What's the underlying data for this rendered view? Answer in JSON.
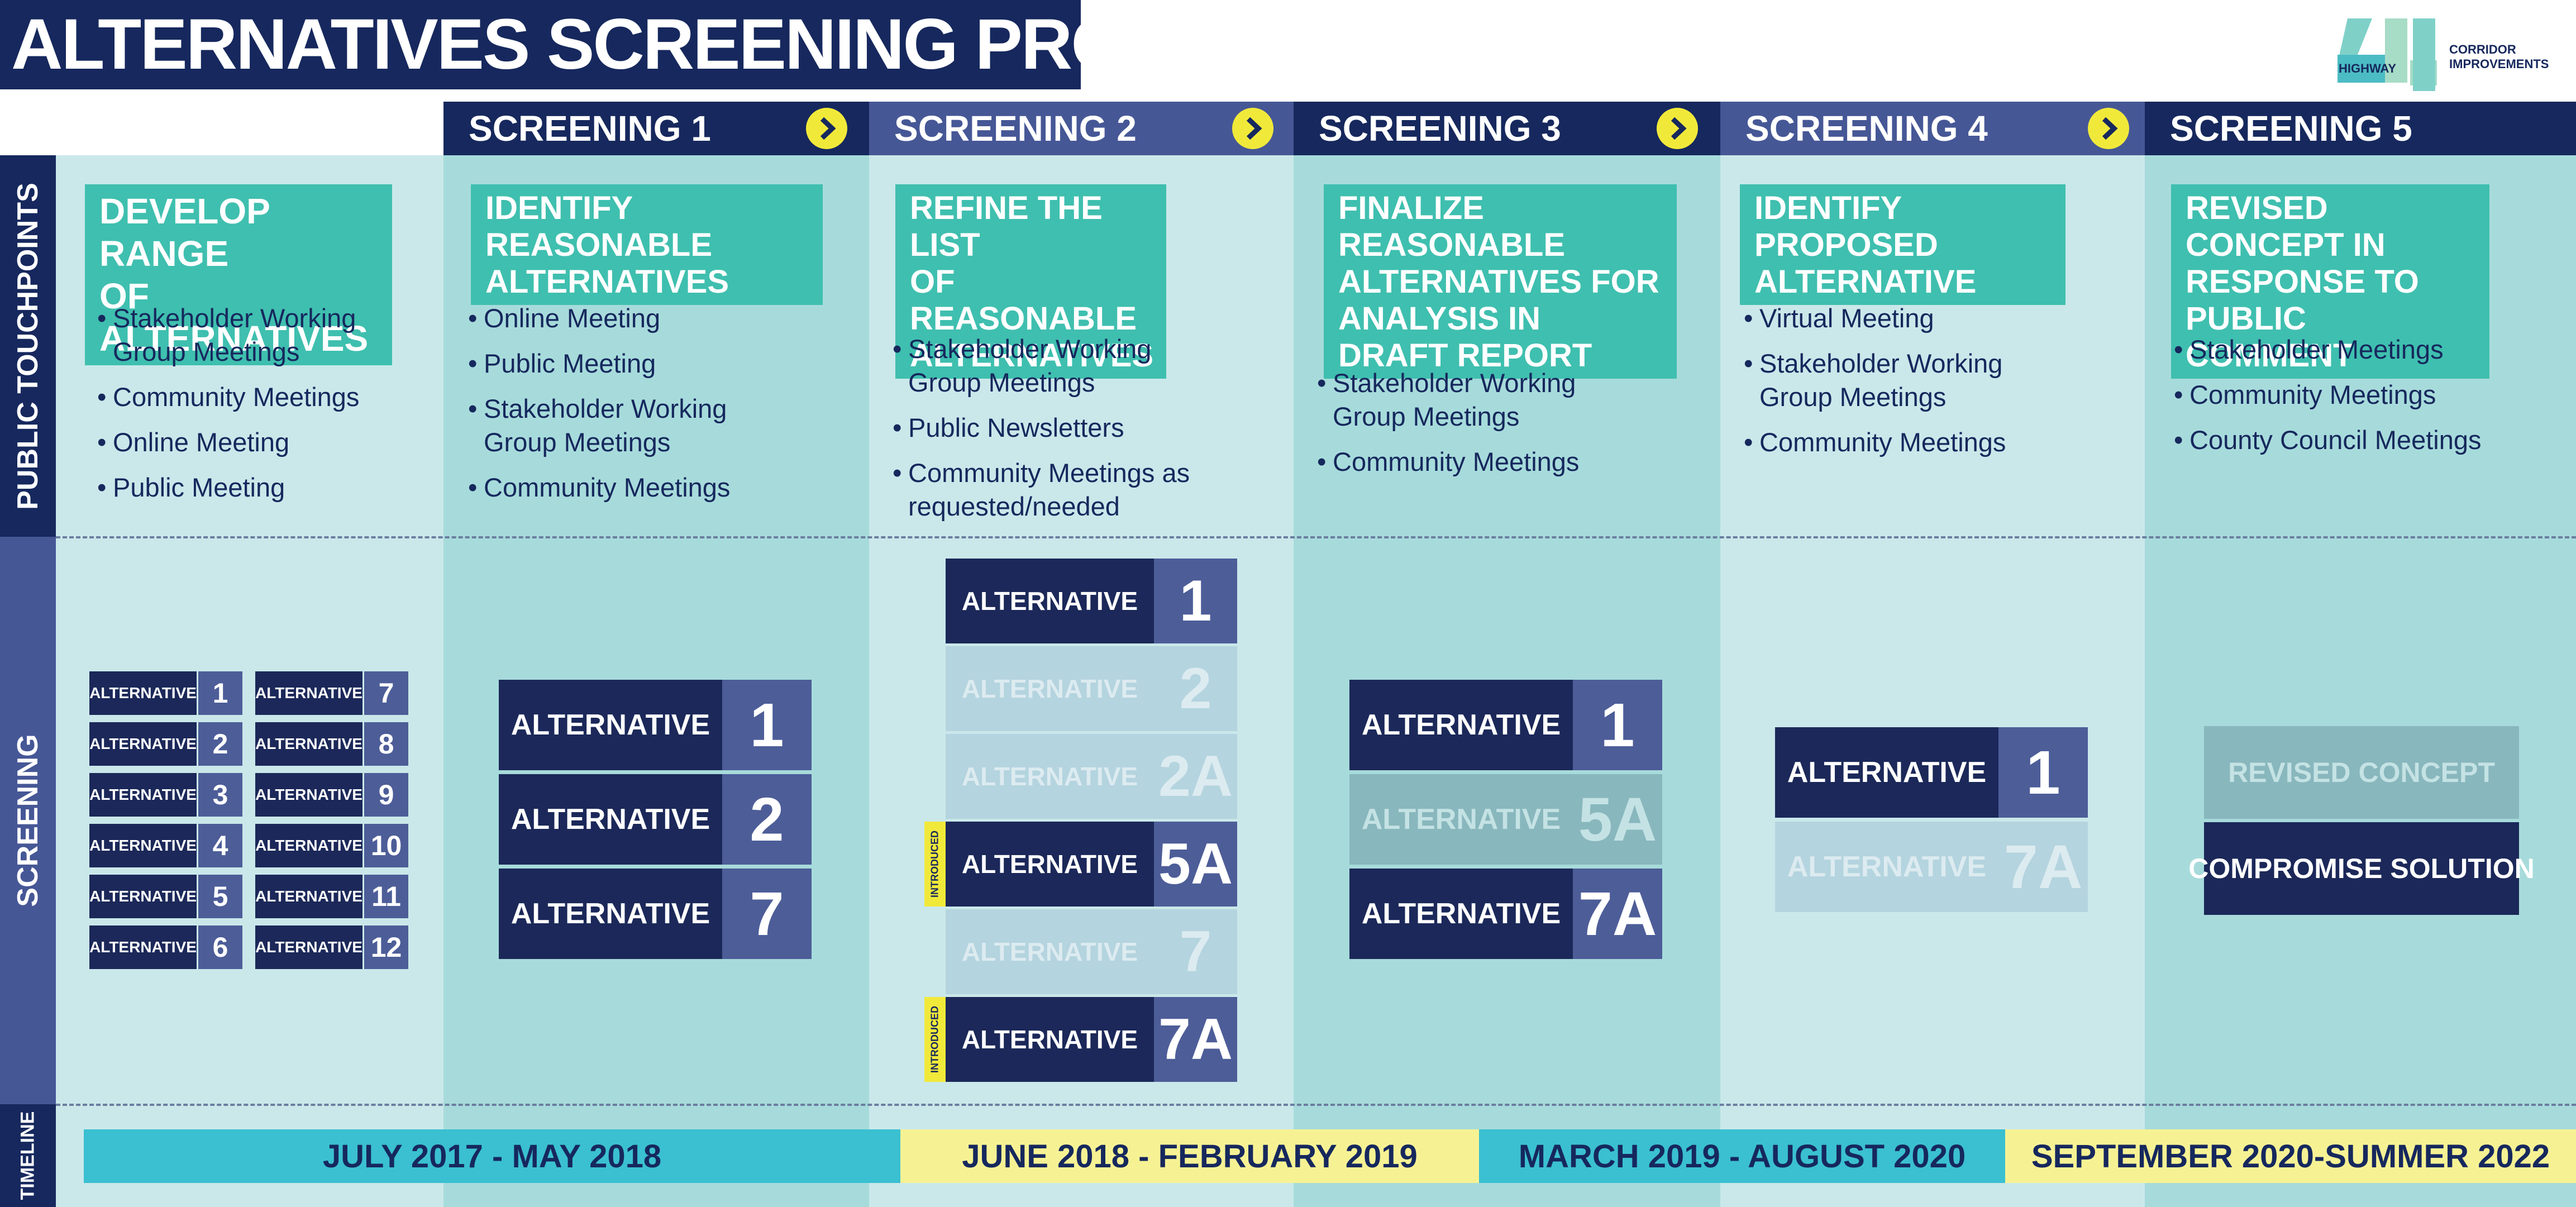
{
  "title": "ALTERNATIVES SCREENING PROCESS",
  "logo": {
    "word1": "HIGHWAY",
    "number": "41",
    "line1": "CORRIDOR",
    "line2": "IMPROVEMENTS"
  },
  "rows": {
    "touchpoints": "PUBLIC TOUCHPOINTS",
    "screening": "SCREENING",
    "timeline": "TIMELINE"
  },
  "headers": [
    "SCREENING 1",
    "SCREENING 2",
    "SCREENING 3",
    "SCREENING 4",
    "SCREENING 5"
  ],
  "columns": [
    {
      "title": "DEVELOP RANGE\nOF ALTERNATIVES",
      "bullets": [
        "Stakeholder Working\nGroup Meetings",
        "Community Meetings",
        "Online Meeting",
        "Public Meeting"
      ]
    },
    {
      "title": "IDENTIFY REASONABLE\nALTERNATIVES",
      "bullets": [
        "Online Meeting",
        "Public Meeting",
        "Stakeholder Working\nGroup Meetings",
        "Community Meetings"
      ]
    },
    {
      "title": "REFINE THE LIST\nOF REASONABLE\nALTERNATIVES",
      "bullets": [
        "Stakeholder Working\nGroup Meetings",
        "Public Newsletters",
        "Community Meetings as\nrequested/needed"
      ]
    },
    {
      "title": "FINALIZE REASONABLE\nALTERNATIVES FOR\nANALYSIS IN\nDRAFT REPORT",
      "bullets": [
        "Stakeholder Working\nGroup Meetings",
        "Community Meetings"
      ]
    },
    {
      "title": "IDENTIFY PROPOSED\nALTERNATIVE",
      "bullets": [
        "Virtual Meeting",
        "Stakeholder Working\nGroup Meetings",
        "Community Meetings"
      ]
    },
    {
      "title": "REVISED CONCEPT IN\nRESPONSE TO PUBLIC\nCOMMENT",
      "bullets": [
        "Stakeholder Meetings",
        "Community Meetings",
        "County Council Meetings"
      ]
    }
  ],
  "alt_label": "ALTERNATIVE",
  "intro_label": "INTRODUCED",
  "range_left": [
    "1",
    "2",
    "3",
    "4",
    "5",
    "6"
  ],
  "range_right": [
    "7",
    "8",
    "9",
    "10",
    "11",
    "12"
  ],
  "s1": [
    "1",
    "2",
    "7"
  ],
  "s2": [
    "1",
    "2",
    "2A",
    "5A",
    "7",
    "7A"
  ],
  "s3": [
    "1",
    "5A",
    "7A"
  ],
  "s4": [
    "1",
    "7A"
  ],
  "s5": {
    "revised": "REVISED CONCEPT",
    "compromise": "COMPROMISE SOLUTION"
  },
  "timeline": [
    "JULY 2017 - MAY 2018",
    "JUNE 2018 - FEBRUARY 2019",
    "MARCH 2019 - AUGUST 2020",
    "SEPTEMBER 2020-SUMMER 2022"
  ],
  "colors": {
    "navy": "#16285d",
    "blue_mid": "#465796",
    "teal": "#3fbfaf",
    "light_col": "#cae8ea",
    "mid_col": "#a7dbdb",
    "yellow": "#f1e93a",
    "timeline_cyan": "#3ac0d1",
    "timeline_yellow": "#f6f294"
  }
}
